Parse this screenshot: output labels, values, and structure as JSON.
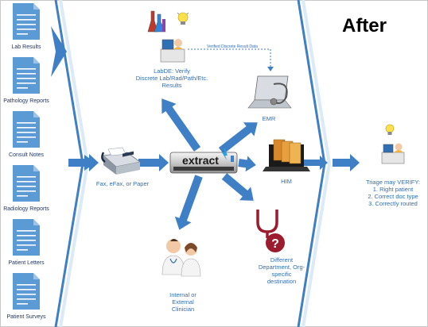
{
  "title": "After",
  "documents": [
    {
      "label": "Lab Results"
    },
    {
      "label": "Pathology Reports"
    },
    {
      "label": "Consult Notes"
    },
    {
      "label": "Radiology Reports"
    },
    {
      "label": "Patient Letters"
    },
    {
      "label": "Patient Surveys"
    }
  ],
  "nodes": {
    "fax": {
      "label": "Fax, eFax, or Paper"
    },
    "extract": {
      "label": "extract"
    },
    "labde": {
      "lines": [
        "LabDE: Verify",
        "Discrete Lab/Rad/Path/Etc.",
        "Results"
      ]
    },
    "verified_link": {
      "label": "Verified Discrete Result Data"
    },
    "emr": {
      "label": "EMR"
    },
    "him": {
      "label": "HIM"
    },
    "clinician": {
      "lines": [
        "Internal or",
        "External",
        "Clinician"
      ]
    },
    "department": {
      "lines": [
        "Different",
        "Department, Org-",
        "specific",
        "destination"
      ]
    },
    "triage": {
      "lines": [
        "Triage may VERIFY:",
        "1. Right patient",
        "2. Correct doc type",
        "3. Correctly routed"
      ]
    }
  },
  "colors": {
    "arrow": "#3f7fc6",
    "text": "#2f6fb4",
    "doc_fill": "#5b9bd5",
    "dept_icon": "#9b1c2e",
    "band": "#dce9f7"
  }
}
